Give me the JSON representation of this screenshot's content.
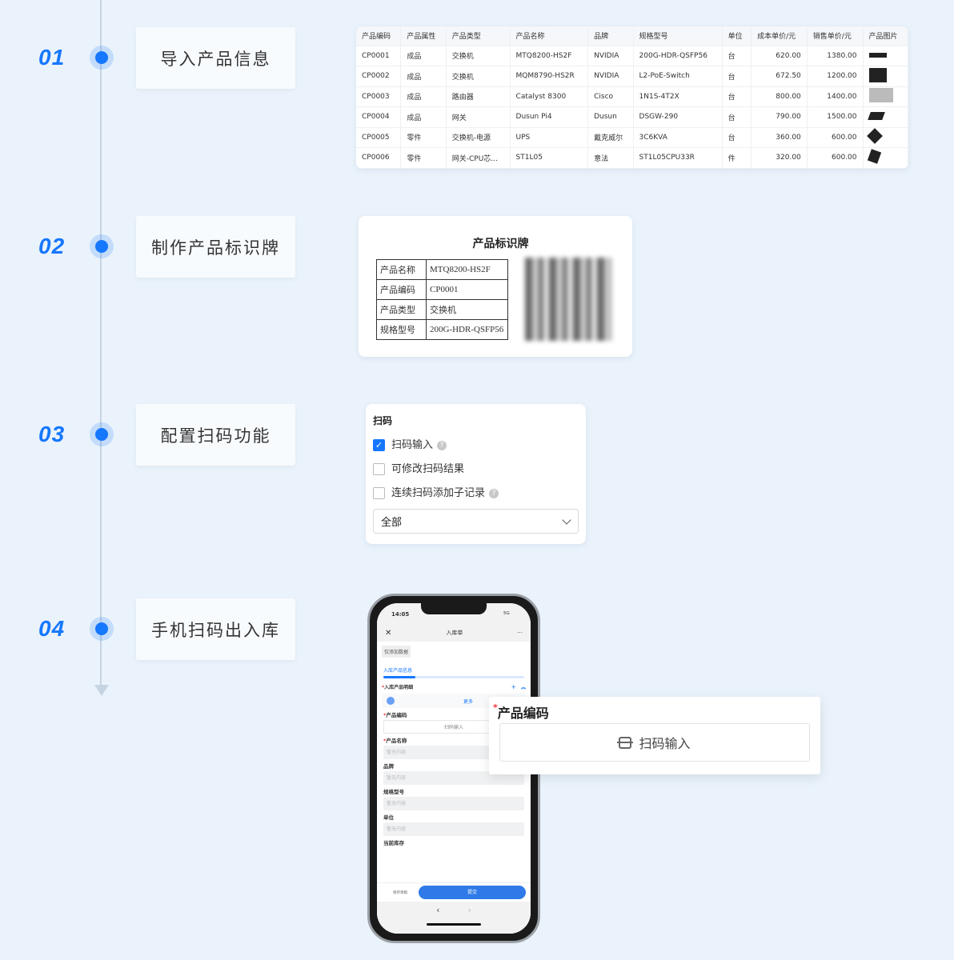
{
  "steps": [
    {
      "num": "01",
      "label": "导入产品信息"
    },
    {
      "num": "02",
      "label": "制作产品标识牌"
    },
    {
      "num": "03",
      "label": "配置扫码功能"
    },
    {
      "num": "04",
      "label": "手机扫码出入库"
    }
  ],
  "accent": "#1677ff",
  "table": {
    "headers": [
      "产品编码",
      "产品属性",
      "产品类型",
      "产品名称",
      "品牌",
      "规格型号",
      "单位",
      "成本单价/元",
      "销售单价/元",
      "产品图片"
    ],
    "rows": [
      [
        "CP0001",
        "成品",
        "交换机",
        "MTQ8200-HS2F",
        "NVIDIA",
        "200G-HDR-QSFP56",
        "台",
        "620.00",
        "1380.00"
      ],
      [
        "CP0002",
        "成品",
        "交换机",
        "MQM8790-HS2R",
        "NVIDIA",
        "L2-PoE-Switch",
        "台",
        "672.50",
        "1200.00"
      ],
      [
        "CP0003",
        "成品",
        "路由器",
        "Catalyst 8300",
        "Cisco",
        "1N1S-4T2X",
        "台",
        "800.00",
        "1400.00"
      ],
      [
        "CP0004",
        "成品",
        "网关",
        "Dusun Pi4",
        "Dusun",
        "DSGW-290",
        "台",
        "790.00",
        "1500.00"
      ],
      [
        "CP0005",
        "零件",
        "交换机-电源",
        "UPS",
        "戴克威尔",
        "3C6KVA",
        "台",
        "360.00",
        "600.00"
      ],
      [
        "CP0006",
        "零件",
        "网关-CPU芯...",
        "ST1L05",
        "意法",
        "ST1L05CPU33R",
        "件",
        "320.00",
        "600.00"
      ]
    ]
  },
  "label_card": {
    "title": "产品标识牌",
    "rows": [
      [
        "产品名称",
        "MTQ8200-HS2F"
      ],
      [
        "产品编码",
        "CP0001"
      ],
      [
        "产品类型",
        "交换机"
      ],
      [
        "规格型号",
        "200G-HDR-QSFP56"
      ]
    ]
  },
  "scan": {
    "title": "扫码",
    "options": [
      {
        "label": "扫码输入",
        "checked": true,
        "help": true
      },
      {
        "label": "可修改扫码结果",
        "checked": false,
        "help": false
      },
      {
        "label": "连续扫码添加子记录",
        "checked": false,
        "help": true
      }
    ],
    "select_value": "全部"
  },
  "phone": {
    "time": "14:05",
    "signal": "5G",
    "title": "入库单",
    "chip": "仅添加数据",
    "tab": "入库产品信息",
    "section": "入库产品明细",
    "more": "更多",
    "fields": [
      {
        "label": "产品编码",
        "value": "扫码输入"
      },
      {
        "label": "产品名称",
        "value": "暂无内容"
      },
      {
        "label": "品牌",
        "value": "暂无内容"
      },
      {
        "label": "规格型号",
        "value": "暂无内容"
      },
      {
        "label": "单位",
        "value": "暂无内容"
      },
      {
        "label": "当前库存",
        "value": ""
      }
    ],
    "draft": "保存草稿",
    "submit": "提交"
  },
  "popup": {
    "label": "产品编码",
    "button": "扫码输入"
  }
}
